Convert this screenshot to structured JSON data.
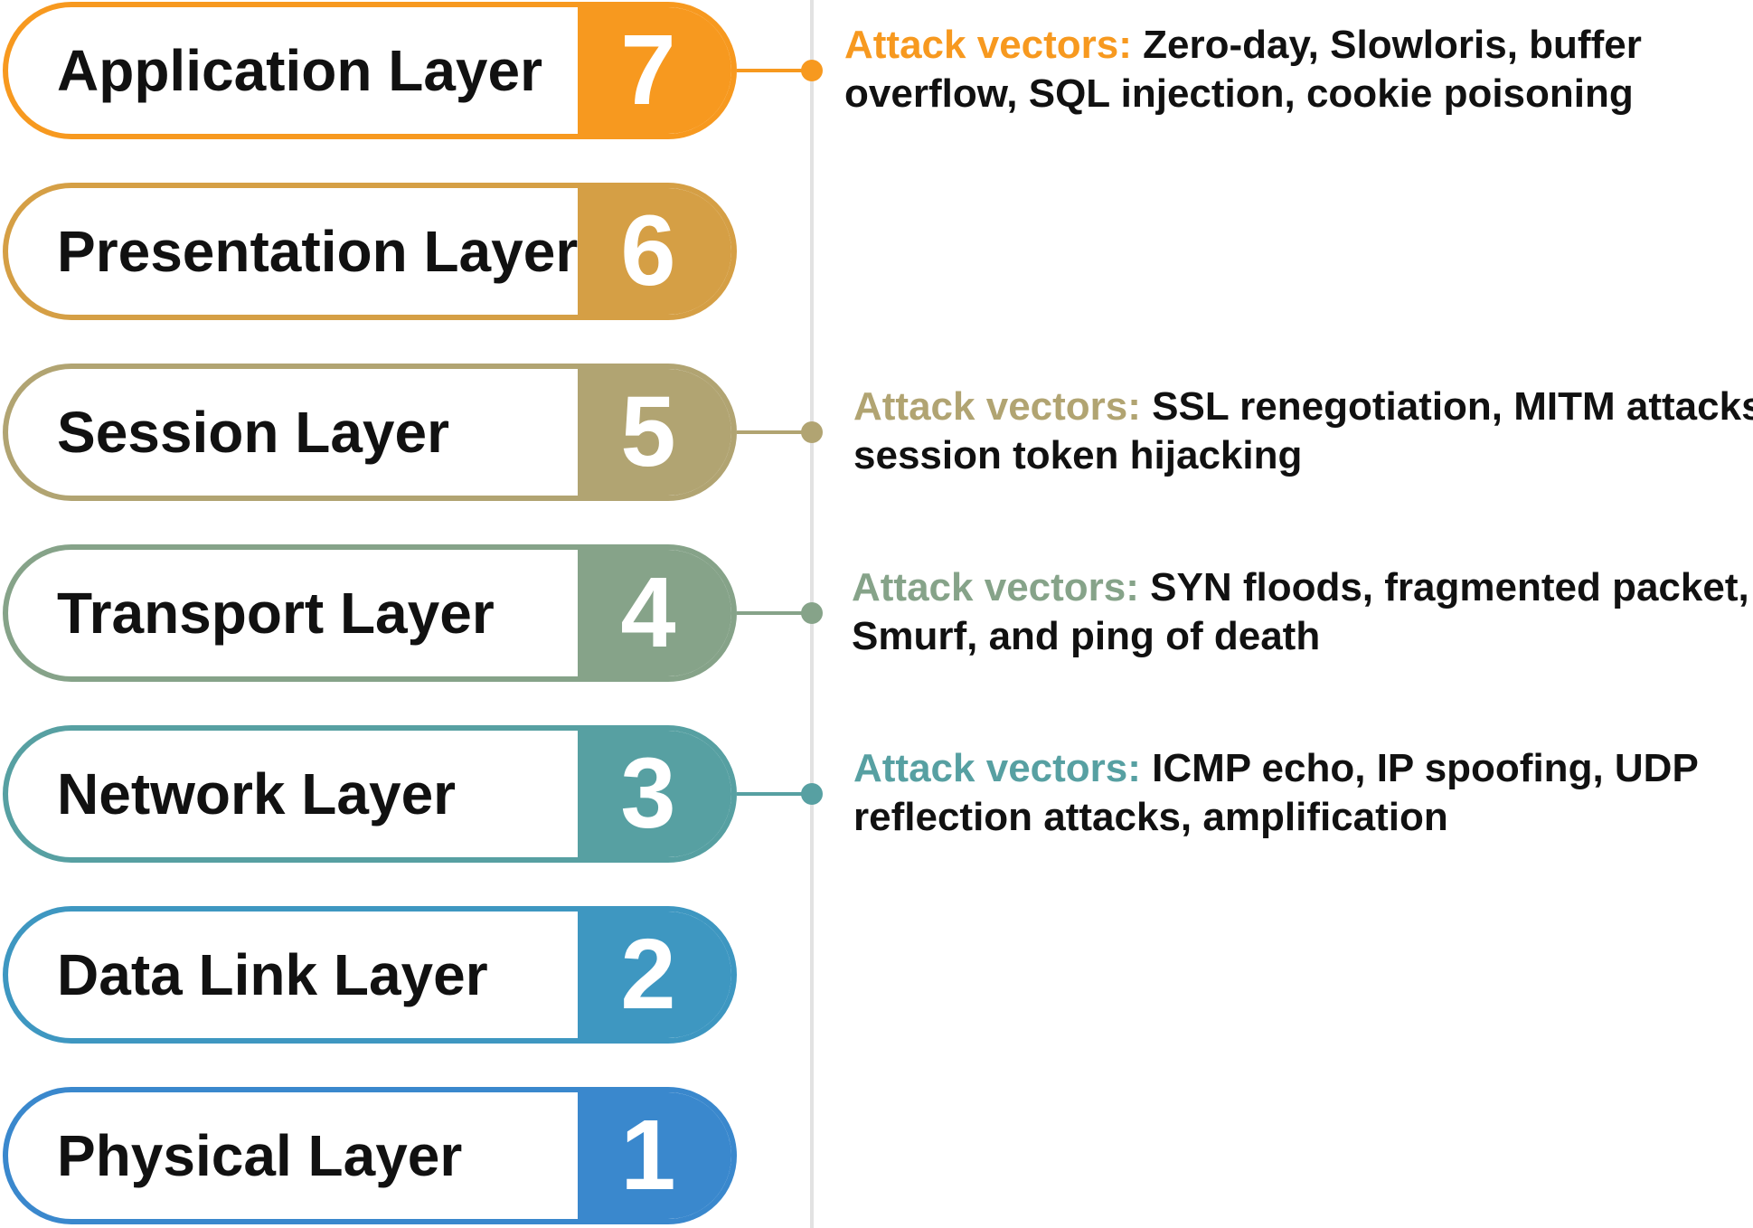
{
  "layers": [
    {
      "name": "Application Layer",
      "number": "7",
      "color": "#F7991F"
    },
    {
      "name": "Presentation Layer",
      "number": "6",
      "color": "#D59F45"
    },
    {
      "name": "Session Layer",
      "number": "5",
      "color": "#B1A472"
    },
    {
      "name": "Transport Layer",
      "number": "4",
      "color": "#86A389"
    },
    {
      "name": "Network Layer",
      "number": "3",
      "color": "#57A0A2"
    },
    {
      "name": "Data Link Layer",
      "number": "2",
      "color": "#3E97C1"
    },
    {
      "name": "Physical Layer",
      "number": "1",
      "color": "#3A88CD"
    }
  ],
  "notes": {
    "application": {
      "label": "Attack vectors:",
      "line1": " Zero-day, Slowloris, buffer",
      "line2": "overflow, SQL injection, cookie poisoning"
    },
    "session": {
      "label": "Attack vectors:",
      "line1": " SSL renegotiation, MITM attacks,",
      "line2": "session token hijacking"
    },
    "transport": {
      "label": "Attack vectors:",
      "line1": " SYN floods, fragmented packet,",
      "line2": "Smurf, and ping of death"
    },
    "network": {
      "label": "Attack vectors:",
      "line1": " ICMP echo, IP spoofing, UDP",
      "line2": "reflection attacks, amplification"
    }
  }
}
